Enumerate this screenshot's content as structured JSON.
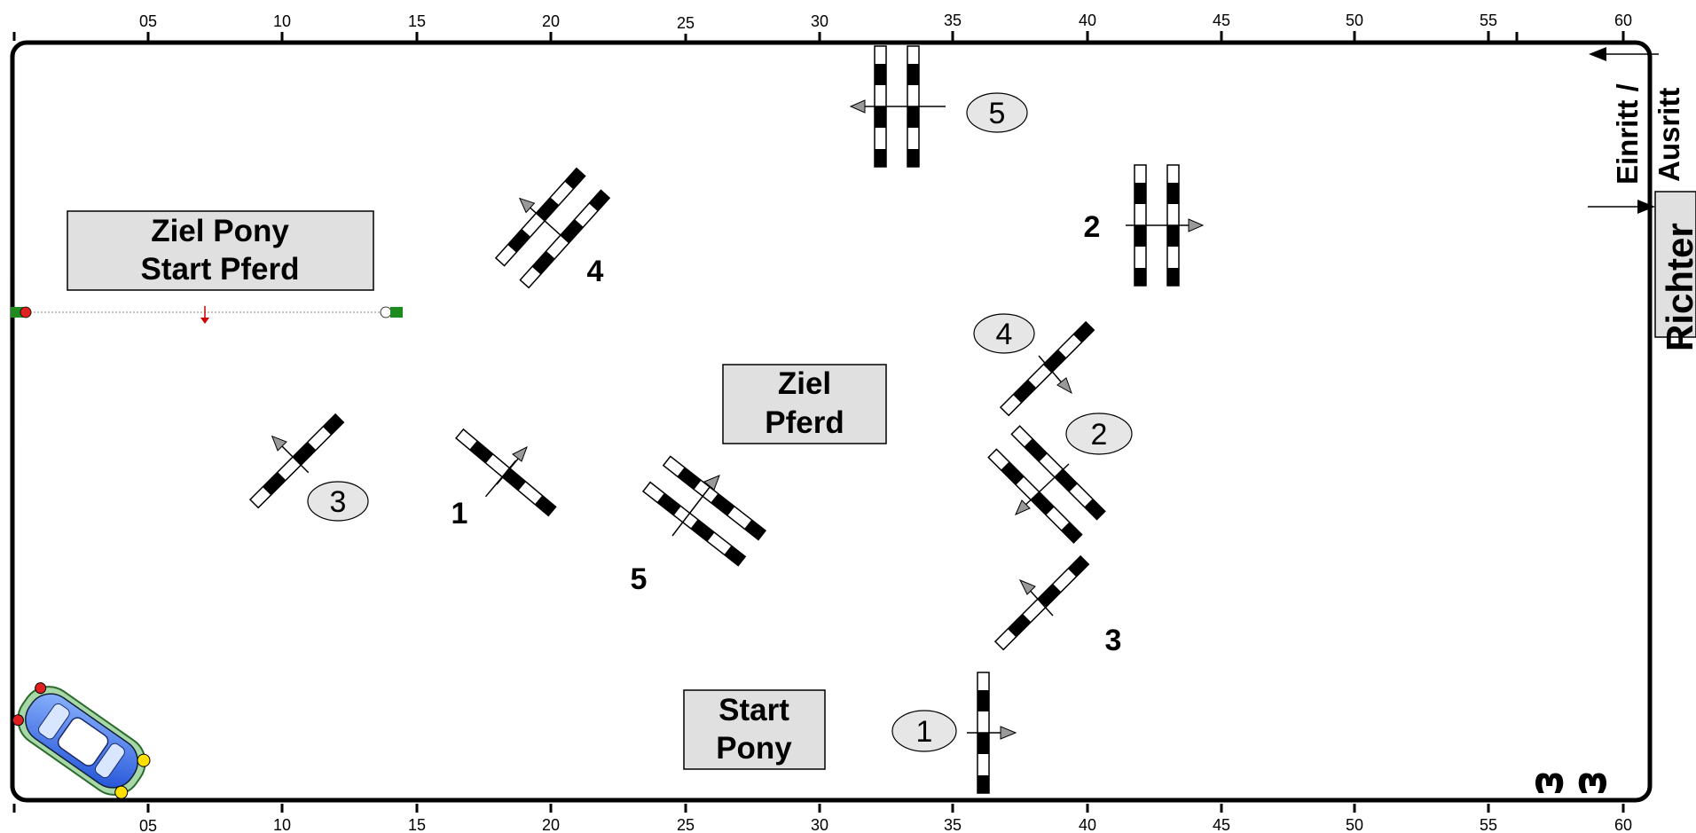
{
  "ruler": {
    "top": [
      "05",
      "10",
      "15",
      "20",
      "25",
      "30",
      "35",
      "40",
      "45",
      "50",
      "55",
      "60"
    ],
    "bottom": [
      "05",
      "10",
      "15",
      "20",
      "25",
      "30",
      "35",
      "40",
      "45",
      "50",
      "55",
      "60"
    ]
  },
  "labels": {
    "ziel_pony": "Ziel Pony",
    "start_pferd": "Start Pferd",
    "ziel": "Ziel",
    "pferd": "Pferd",
    "start": "Start",
    "pony": "Pony",
    "einritt": "Einritt /",
    "ausritt": "Ausritt",
    "richter": "Richter",
    "scale": "ω ω"
  },
  "course_a": [
    "1",
    "2",
    "3",
    "4",
    "5"
  ],
  "course_b": [
    "1",
    "2",
    "3",
    "4",
    "5"
  ],
  "colors": {
    "arena_border": "#000000",
    "label_box": "#e0e0e0",
    "arrow_fill": "#999999",
    "finish_line": "#cc0000",
    "flag_green": "#1f8a1f",
    "flag_red": "#e02020",
    "car_body": "#3a6fe0"
  }
}
